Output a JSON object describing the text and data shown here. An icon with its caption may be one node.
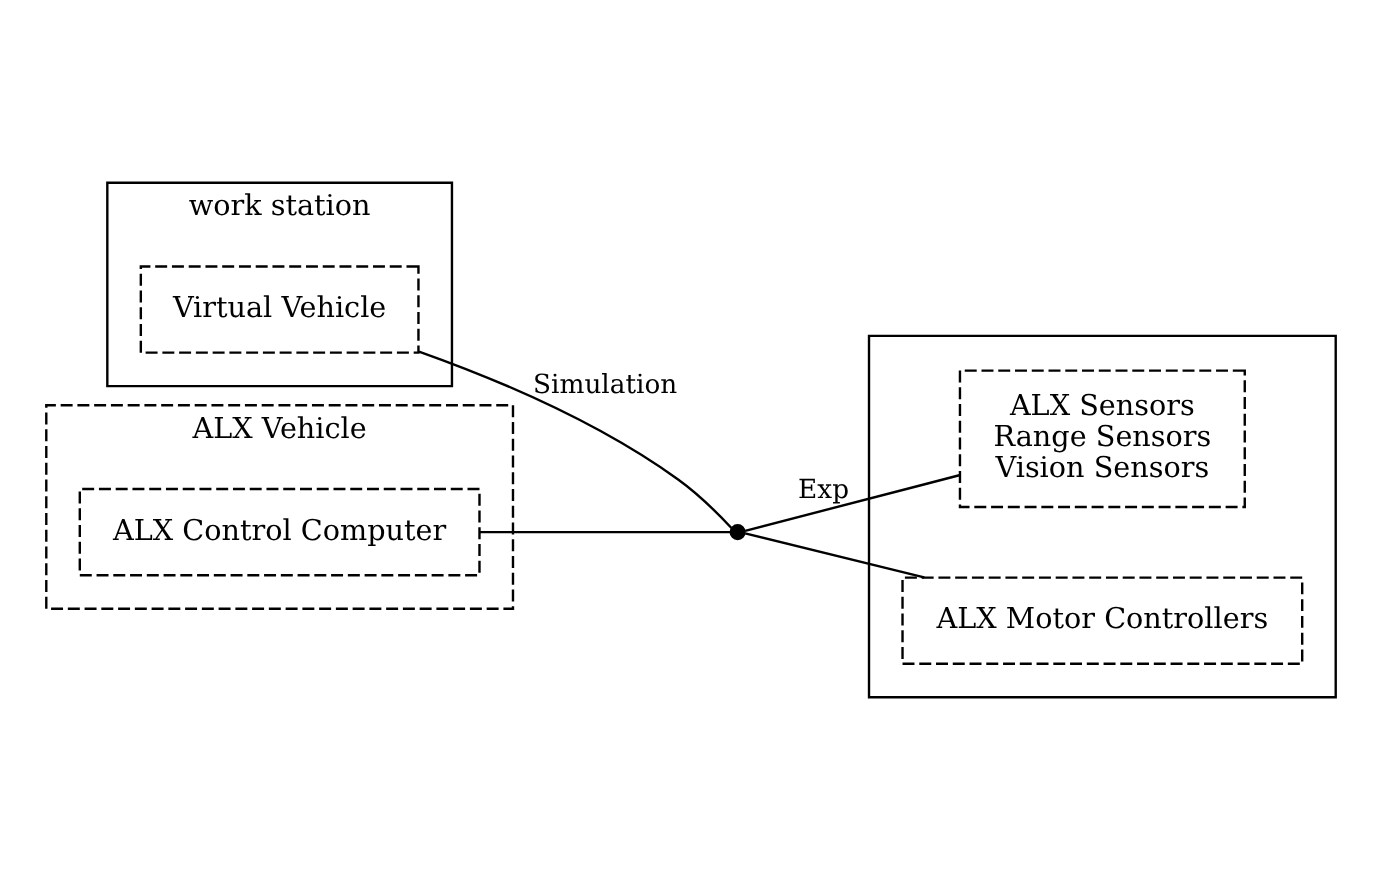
{
  "diagram": {
    "nodes": [
      {
        "text": [
          "work station"
        ]
      },
      {
        "text": [
          "Virtual Vehicle"
        ],
        "in": 0
      },
      {
        "text": [
          "ALX Vehicle"
        ]
      },
      {
        "text": [
          "ALX Control Computer"
        ],
        "in": 2
      },
      {
        "text": [],
        "shape": "box"
      },
      {
        "text": [
          "ALX Sensors",
          "Range Sensors",
          "Vision Sensors"
        ],
        "in": 4
      },
      {
        "text": [
          "ALX Motor Controllers"
        ],
        "in": 4
      },
      {
        "text": [],
        "shape": "switch"
      }
    ],
    "edges": [
      {
        "from": 1,
        "to": 7,
        "arrow": "none",
        "label": "Simulation"
      },
      {
        "from": 3,
        "to": 7,
        "arrow": "none"
      },
      {
        "from": 7,
        "to": 5,
        "arrow": "none",
        "label": "Exp"
      },
      {
        "from": 7,
        "to": 6,
        "arrow": "none"
      }
    ]
  }
}
